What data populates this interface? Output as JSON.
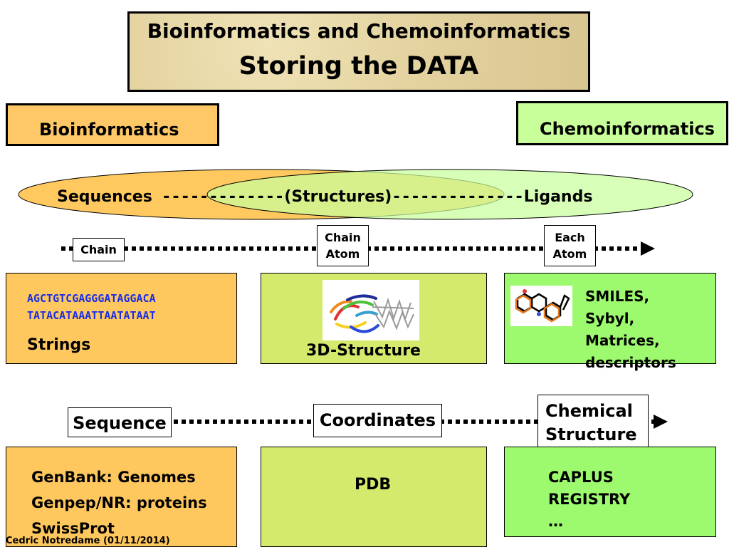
{
  "title": {
    "line1": "Bioinformatics and Chemoinformatics",
    "line2": "Storing the DATA"
  },
  "headers": {
    "bioinformatics": "Bioinformatics",
    "chemoinformatics": "Chemoinformatics"
  },
  "spectrum": {
    "sequences": "Sequences",
    "dashes1": "-------------",
    "structures": "(Structures)",
    "dashes2": "--------------",
    "ligands": "Ligands"
  },
  "granularity": {
    "chain": "Chain",
    "chain_atom_line1": "Chain",
    "chain_atom_line2": "Atom",
    "each_atom_line1": "Each",
    "each_atom_line2": "Atom"
  },
  "representation": {
    "dna_line1": "AGCTGTCGAGGGATAGGACA",
    "dna_line2": "TATACATAAATTAATATAAT",
    "strings": "Strings",
    "structure_3d": "3D-Structure",
    "chem_formats": [
      "SMILES,",
      "Sybyl,",
      "Matrices,",
      "descriptors"
    ]
  },
  "record_types": {
    "sequence": "Sequence",
    "coordinates": "Coordinates",
    "chemical_line1": "Chemical",
    "chemical_line2": "Structure"
  },
  "databases": {
    "bio": [
      "GenBank: Genomes",
      "Genpep/NR: proteins",
      "SwissProt"
    ],
    "structure": "PDB",
    "chem": [
      "CAPLUS",
      "REGISTRY",
      "…"
    ]
  },
  "footer": "Cedric Notredame (01/11/2014)",
  "colors": {
    "orange": "#ffc85e",
    "lime": "#d4ea6c",
    "green": "#9dfa6e",
    "dna_blue": "#1a2ee6",
    "chemo_header": "#c9ff9a",
    "bio_header": "#ffc866"
  }
}
